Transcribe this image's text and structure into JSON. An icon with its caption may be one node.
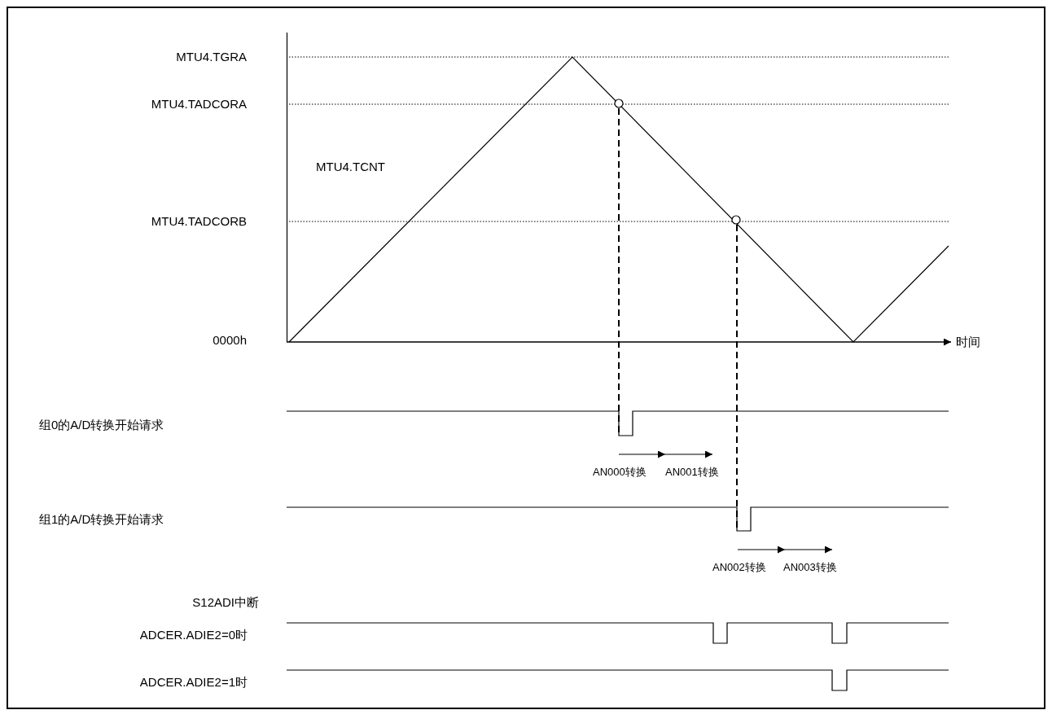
{
  "diagram": {
    "labels": [
      "MTU4.TGRA",
      "MTU4.TADCORA",
      "MTU4.TCNT",
      "MTU4.TADCORB",
      "0000h",
      "时间",
      "组0的A/D转换开始请求",
      "AN000转换",
      "AN001转换",
      "组1的A/D转换开始请求",
      "AN002转换",
      "AN003转换",
      "S12ADI中断",
      "ADCER.ADIE2=0时",
      "ADCER.ADIE2=1时"
    ]
  }
}
